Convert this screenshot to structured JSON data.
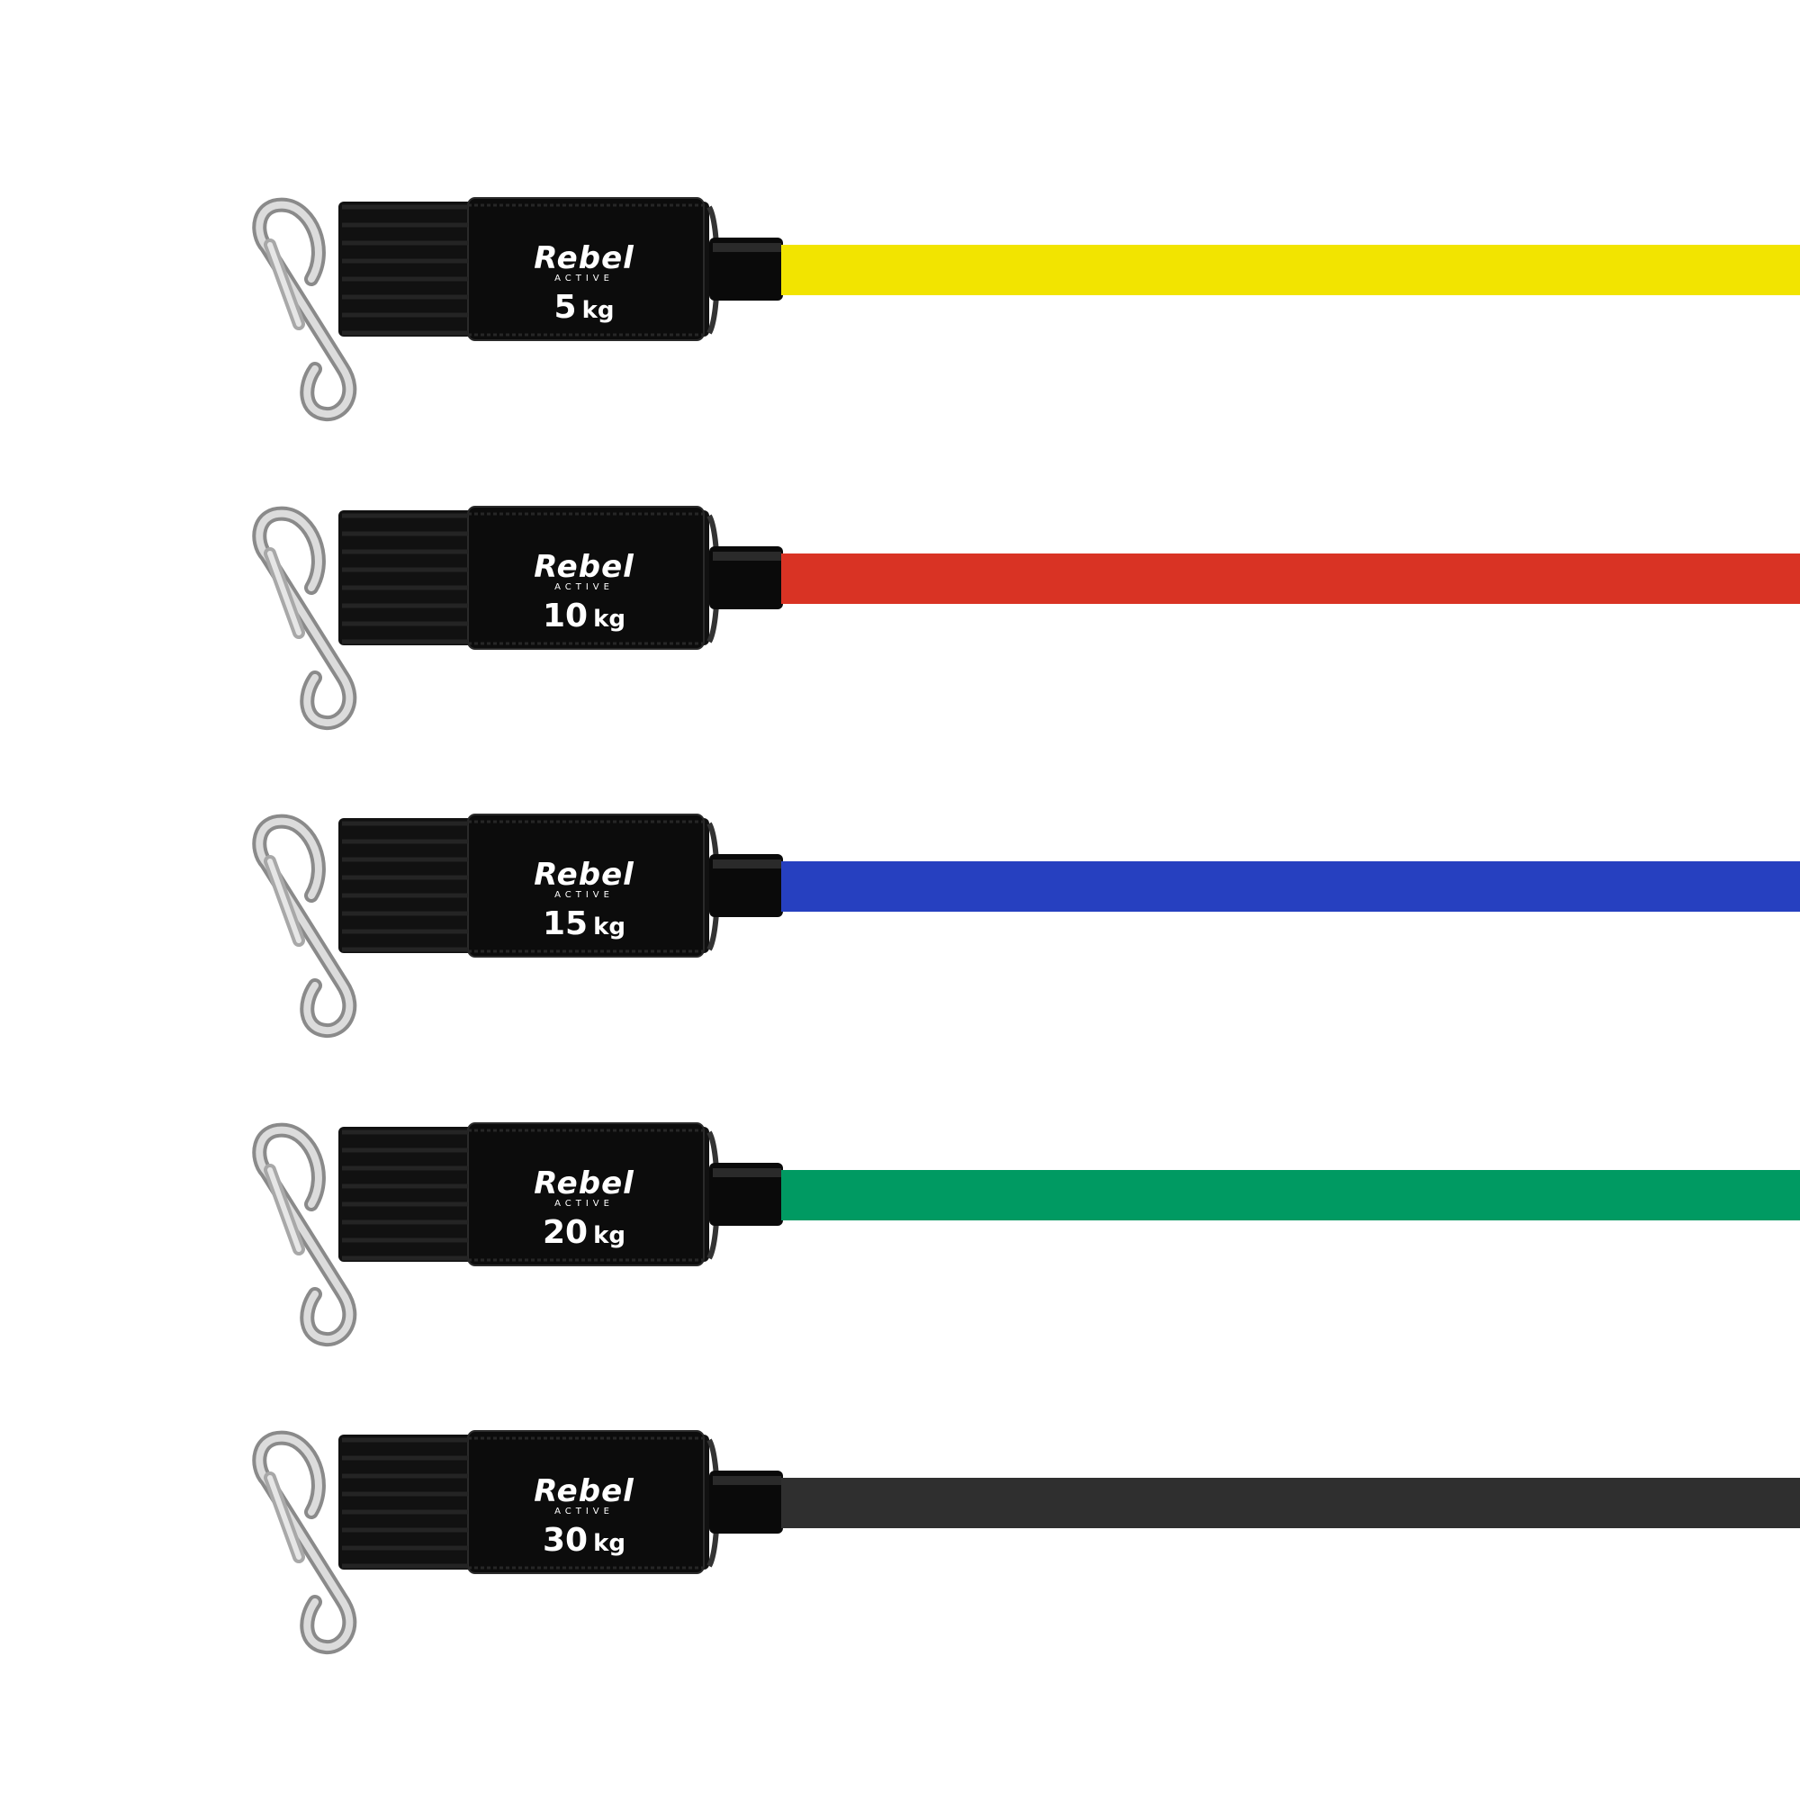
{
  "scene": {
    "background": "#ffffff",
    "subject": "Resistance training tubes with fabric ankle straps and carabiners"
  },
  "brand": {
    "name": "Rebel",
    "tagline": "ACTIVE"
  },
  "bands": [
    {
      "weight": "5",
      "unit": "kg",
      "color": "#f2e400"
    },
    {
      "weight": "10",
      "unit": "kg",
      "color": "#d93324"
    },
    {
      "weight": "15",
      "unit": "kg",
      "color": "#2640c0"
    },
    {
      "weight": "20",
      "unit": "kg",
      "color": "#009a62"
    },
    {
      "weight": "30",
      "unit": "kg",
      "color": "#2f2f2f"
    }
  ],
  "icons": {
    "clip": "carabiner-icon",
    "strap": "strap-icon"
  },
  "colors": {
    "strap": "#111111",
    "metal": "#c4c4c4",
    "connector": "#0a0a0a",
    "text": "#ffffff"
  }
}
